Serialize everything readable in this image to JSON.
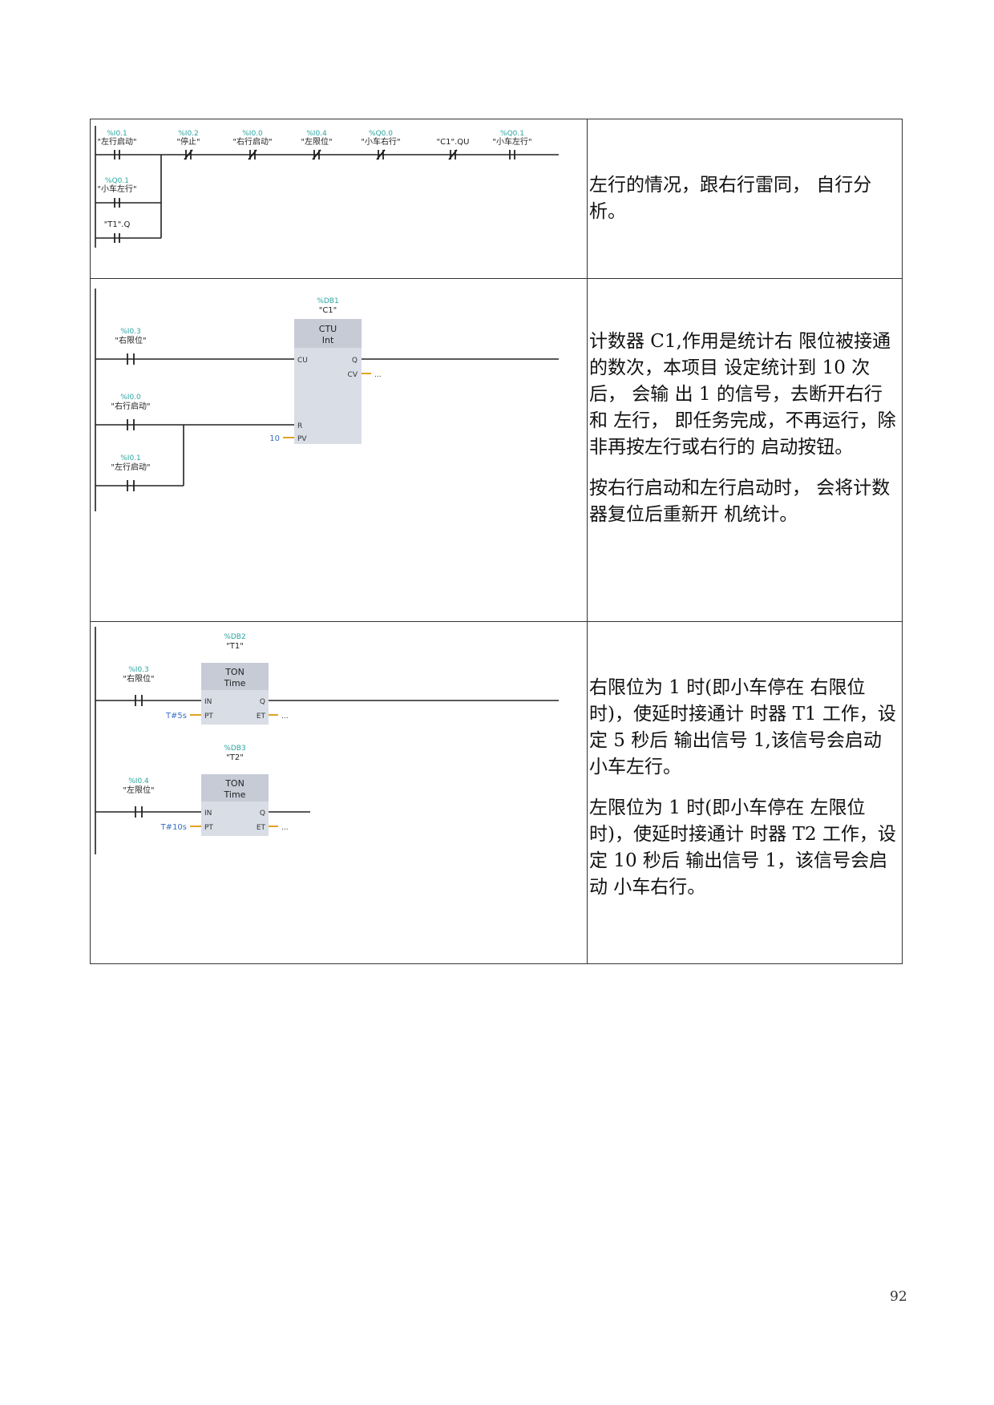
{
  "rows": [
    {
      "diagram": {
        "contacts": [
          {
            "tag": "%I0.1",
            "name": "\"左行启动\""
          },
          {
            "tag": "%I0.2",
            "name": "\"停止\""
          },
          {
            "tag": "%I0.0",
            "name": "\"右行启动\""
          },
          {
            "tag": "%I0.4",
            "name": "\"左限位\""
          },
          {
            "tag": "%Q0.0",
            "name": "\"小车右行\""
          },
          {
            "tag": "",
            "name": "\"C1\".QU"
          },
          {
            "tag": "%Q0.1",
            "name": "\"小车左行\""
          }
        ],
        "branch1": {
          "tag": "%Q0.1",
          "name": "\"小车左行\""
        },
        "branch2": {
          "tag": "",
          "name": "\"T1\".Q"
        }
      },
      "text": [
        "左行的情况，跟右行雷同， 自行分析。"
      ]
    },
    {
      "diagram": {
        "block": {
          "db": "%DB1",
          "name": "\"C1\"",
          "type": "CTU",
          "datatype": "Int",
          "pin_cu": "CU",
          "pin_r": "R",
          "pin_pv": "PV",
          "pin_q": "Q",
          "pin_cv": "CV",
          "cv_value": "...",
          "pv_value": "10"
        },
        "contact1": {
          "tag": "%I0.3",
          "name": "\"右限位\""
        },
        "contact2": {
          "tag": "%I0.0",
          "name": "\"右行启动\""
        },
        "contact3": {
          "tag": "%I0.1",
          "name": "\"左行启动\""
        }
      },
      "text": [
        "计数器 C1,作用是统计右 限位被接通的数次，本项目 设定统计到 10 次后， 会输 出 1 的信号，去断开右行和 左行， 即任务完成，不再运行，除非再按左行或右行的 启动按钮。",
        "按右行启动和左行启动时， 会将计数器复位后重新开 机统计。"
      ]
    },
    {
      "diagram": {
        "timer1": {
          "db": "%DB2",
          "name": "\"T1\"",
          "type": "TON",
          "datatype": "Time",
          "pin_in": "IN",
          "pin_pt": "PT",
          "pin_q": "Q",
          "pin_et": "ET",
          "et_value": "...",
          "pt_value": "T#5s",
          "contact": {
            "tag": "%I0.3",
            "name": "\"右限位\""
          }
        },
        "timer2": {
          "db": "%DB3",
          "name": "\"T2\"",
          "type": "TON",
          "datatype": "Time",
          "pin_in": "IN",
          "pin_pt": "PT",
          "pin_q": "Q",
          "pin_et": "ET",
          "et_value": "...",
          "pt_value": "T#10s",
          "contact": {
            "tag": "%I0.4",
            "name": "\"左限位\""
          }
        }
      },
      "text": [
        "右限位为 1 时(即小车停在 右限位时)，使延时接通计 时器 T1 工作，设定 5 秒后 输出信号 1,该信号会启动 小车左行。",
        "左限位为 1 时(即小车停在 左限位时)，使延时接通计 时器 T2 工作，设定 10 秒后 输出信号 1，该信号会启动 小车右行。"
      ]
    }
  ],
  "page_number": "92"
}
